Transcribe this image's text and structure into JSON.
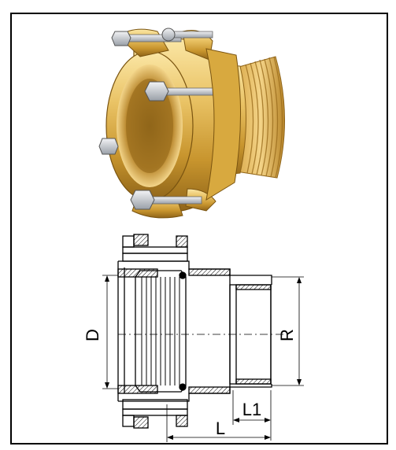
{
  "drawing": {
    "label_diameter": "D",
    "label_thread": "R",
    "label_thread_length": "L1",
    "label_length": "L"
  },
  "colors": {
    "brass_light": "#f3d98a",
    "brass_mid": "#d8a93f",
    "brass_dark": "#8f6418",
    "bolt_steel": "#c9ccd1",
    "frame": "#000000"
  }
}
